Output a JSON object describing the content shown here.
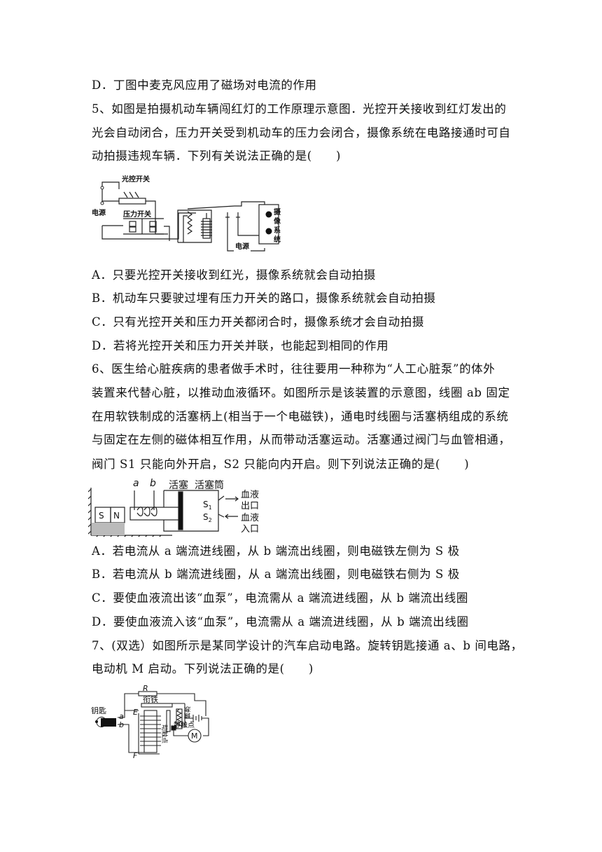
{
  "q4": {
    "option_d": "D．丁图中麦克风应用了磁场对电流的作用"
  },
  "q5": {
    "stem": [
      "5、如图是拍摄机动车辆闯红灯的工作原理示意图．光控开关接收到红灯发出的",
      "光会自动闭合，压力开关受到机动车的压力会闭合，摄像系统在电路接通时可自",
      "动拍摄违规车辆．下列有关说法正确的是(　　)"
    ],
    "figure": {
      "light_switch": "光控开关",
      "power_left": "电源",
      "pressure_switch": "压力开关",
      "power_right": "电源",
      "camera": [
        "摄",
        "像",
        "系",
        "统"
      ]
    },
    "options": [
      "A．只要光控开关接收到红光，摄像系统就会自动拍摄",
      "B．机动车只要驶过埋有压力开关的路口，摄像系统就会自动拍摄",
      "C．只有光控开关和压力开关都闭合时，摄像系统才会自动拍摄",
      "D．若将光控开关和压力开关并联，也能起到相同的作用"
    ]
  },
  "q6": {
    "stem": [
      "6、医生给心脏疾病的患者做手术时，往往要用一种称为“人工心脏泵”的体外",
      "装置来代替心脏，以推动血液循环。如图所示是该装置的示意图，线圈 ab 固定",
      "在用软铁制成的活塞柄上(相当于一个电磁铁)，通电时线圈与活塞柄组成的系统",
      "与固定在左侧的磁体相互作用，从而带动活塞运动。活塞通过阀门与血管相通，",
      "阀门 S1 只能向外开启，S2 只能向内开启。则下列说法正确的是(　　)"
    ],
    "figure": {
      "a": "a",
      "b": "b",
      "piston": "活塞",
      "cylinder": "活塞筒",
      "s": "S",
      "n": "N",
      "s1": "S",
      "s1_sub": "1",
      "s2": "S",
      "s2_sub": "2",
      "blood_out_1": "血液",
      "blood_out_2": "出口",
      "blood_in_1": "血液",
      "blood_in_2": "入口"
    },
    "options": [
      "A．若电流从 a 端流进线圈，从 b 端流出线圈，则电磁铁左侧为 S 极",
      "B．若电流从 b 端流进线圈，从 a 端流出线圈，则电磁铁右侧为 S 极",
      "C．要使血液流出该“血泵”，电流需从 a 端流进线圈，从 b 端流出线圈",
      "D．要使血液流入该“血泵”，电流需从 a 端流进线圈，从 b 端流出线圈"
    ]
  },
  "q7": {
    "stem": [
      "7、(双选）如图所示是某同学设计的汽车启动电路。旋转钥匙接通 a、b 间电路，",
      "电动机 M 启动。下列说法正确的是(　　)"
    ],
    "figure": {
      "key": "钥匙",
      "r": "R",
      "armature": "衔铁",
      "e": "E",
      "f": "F",
      "a": "a",
      "b": "b",
      "moving_contact": "动触点",
      "spring": "弹簧",
      "static_contact": "静触点",
      "motor": "M"
    }
  }
}
